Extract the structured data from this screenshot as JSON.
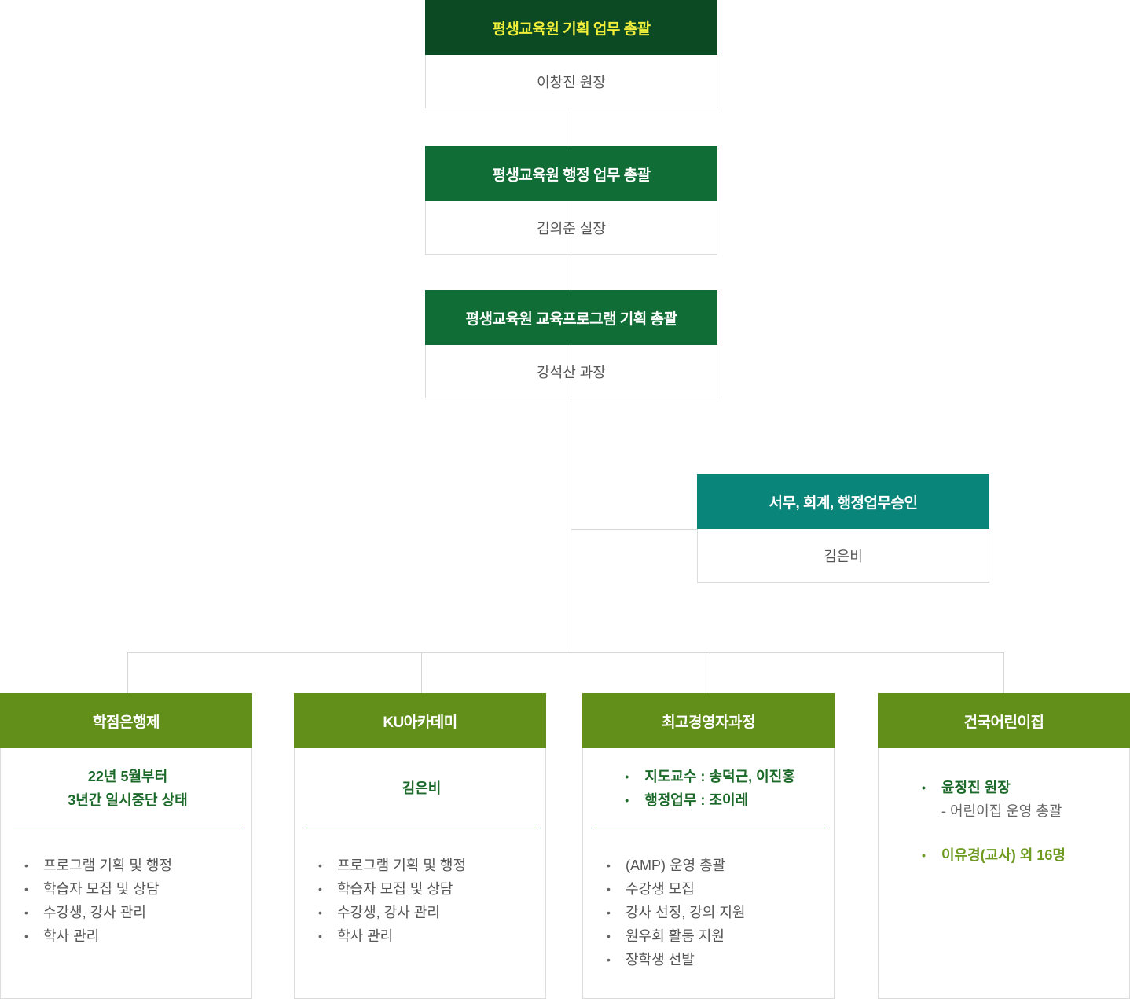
{
  "levels": [
    {
      "title": "평생교육원 기획 업무 총괄",
      "person": "이창진 원장",
      "color": "#0b4a23"
    },
    {
      "title": "평생교육원 행정 업무 총괄",
      "person": "김의준 실장",
      "color": "#0f6d35"
    },
    {
      "title": "평생교육원 교육프로그램 기획 총괄",
      "person": "강석산 과장",
      "color": "#0f6d35"
    }
  ],
  "side": {
    "title": "서무, 회계, 행정업무승인",
    "person": "김은비",
    "color": "#0a857a"
  },
  "departments": [
    {
      "title": "학점은행제",
      "note": [
        "22년 5월부터",
        "3년간 일시중단 상태"
      ],
      "duties": [
        "프로그램 기획 및 행정",
        "학습자 모집 및 상담",
        "수강생, 강사 관리",
        "학사 관리"
      ]
    },
    {
      "title": "KU아카데미",
      "note": [
        "김은비"
      ],
      "duties": [
        "프로그램 기획 및 행정",
        "학습자 모집 및 상담",
        "수강생, 강사 관리",
        "학사 관리"
      ]
    },
    {
      "title": "최고경영자과정",
      "staff": [
        "지도교수 : 송덕근, 이진홍",
        "행정업무 : 조이레"
      ],
      "duties": [
        "(AMP) 운영 총괄",
        "수강생 모집",
        "강사 선정, 강의 지원",
        "원우회 활동 지원",
        "장학생 선발"
      ]
    },
    {
      "title": "건국어린이집",
      "director": "윤정진 원장",
      "director_role": "- 어린이집 운영 총괄",
      "teachers": "이유경(교사) 외 16명"
    }
  ],
  "colors": {
    "dept_head": "#628f19",
    "text_green": "#1c6a2a",
    "line": "#d5d5d5"
  }
}
